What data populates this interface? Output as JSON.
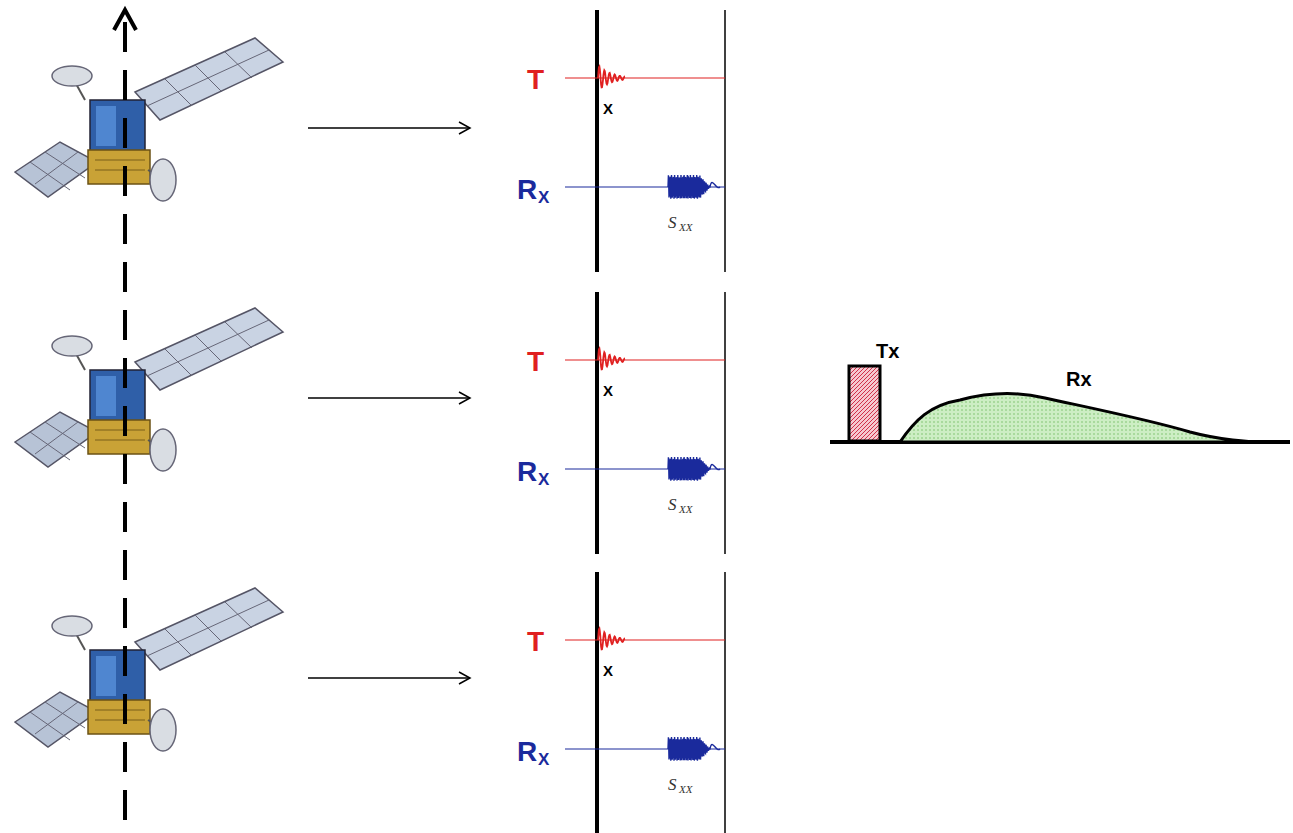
{
  "diagram": {
    "labels": [
      "T",
      "X",
      "R",
      "X",
      "S",
      "XX",
      "T",
      "X",
      "R",
      "X",
      "S",
      "XX",
      "T",
      "X",
      "R",
      "X",
      "S",
      "XX",
      "Tx",
      "Rx"
    ]
  }
}
